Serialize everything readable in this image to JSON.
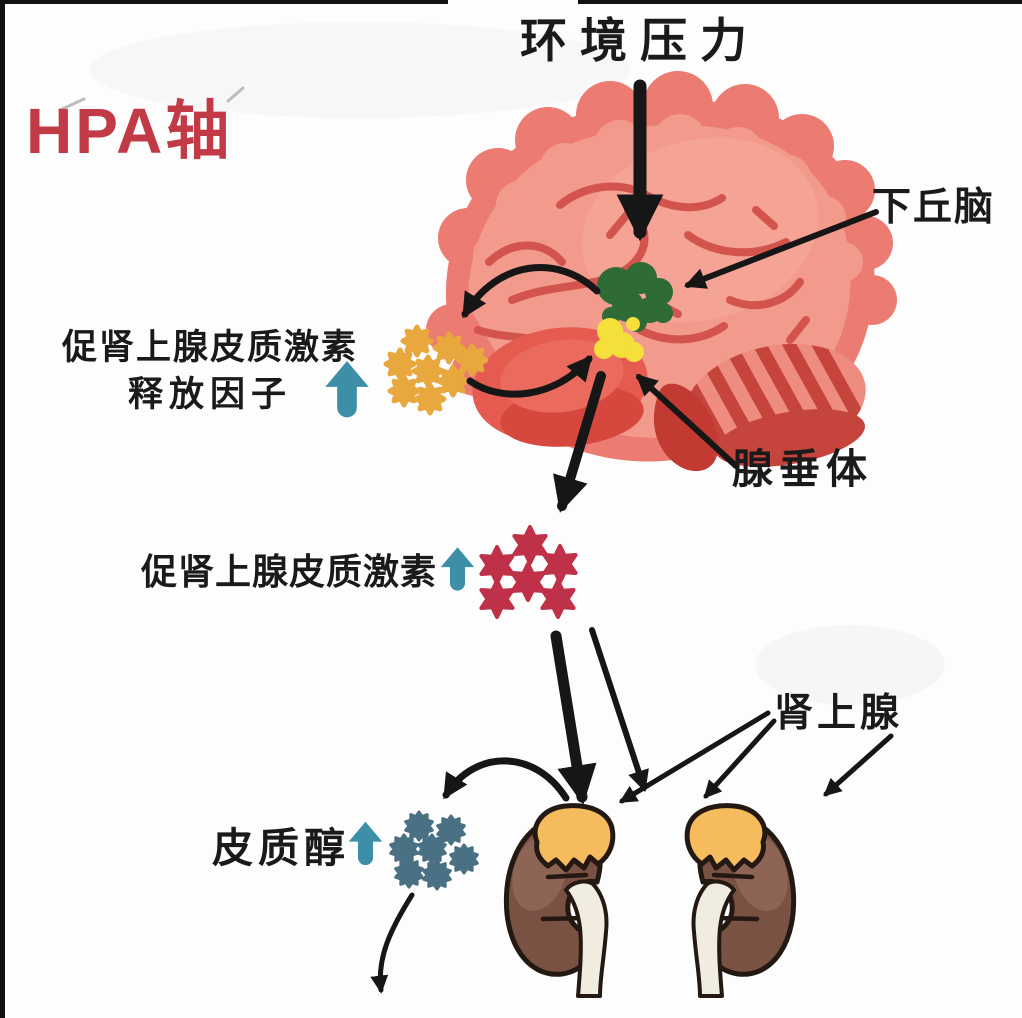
{
  "diagram": {
    "title": "HPA轴",
    "stress_label": "环境压力"
  },
  "anatomy_labels": {
    "hypothalamus": "下丘脑",
    "anterior_pituitary": "腺垂体",
    "adrenal_gland": "肾上腺"
  },
  "hormone_labels": {
    "crf_line1": "促肾上腺皮质激素",
    "crf_line2": "释放因子",
    "acth": "促肾上腺皮质激素",
    "cortisol": "皮质醇"
  },
  "molecule_counts": {
    "crf": 8,
    "acth": 6,
    "cortisol": 7
  },
  "colors": {
    "title_red": "#c23a46",
    "label_black": "#1a1a1a",
    "arrow_black": "#161616",
    "up_arrow_teal": "#3d8fa8",
    "crf_molecule_orange": "#e9a83e",
    "acth_molecule_red": "#bf3148",
    "cortisol_molecule_blue": "#4a7183",
    "brain_outer_pink": "#ec7b71",
    "brain_inner_pink": "#f29a8c",
    "brain_vessel_red": "#d2544c",
    "temporal_red": "#e55b50",
    "cerebellum_stripe_red": "#c5453c",
    "brainstem_red": "#c23a31",
    "hypothalamus_green": "#2e6b36",
    "pituitary_yellow": "#f5df3b",
    "kidney_brown": "#7a5243",
    "kidney_highlight": "#8e6454",
    "adrenal_yellow": "#f6bb5c",
    "ureter_cream": "#f0ecdf",
    "outline_dark": "#241812"
  }
}
